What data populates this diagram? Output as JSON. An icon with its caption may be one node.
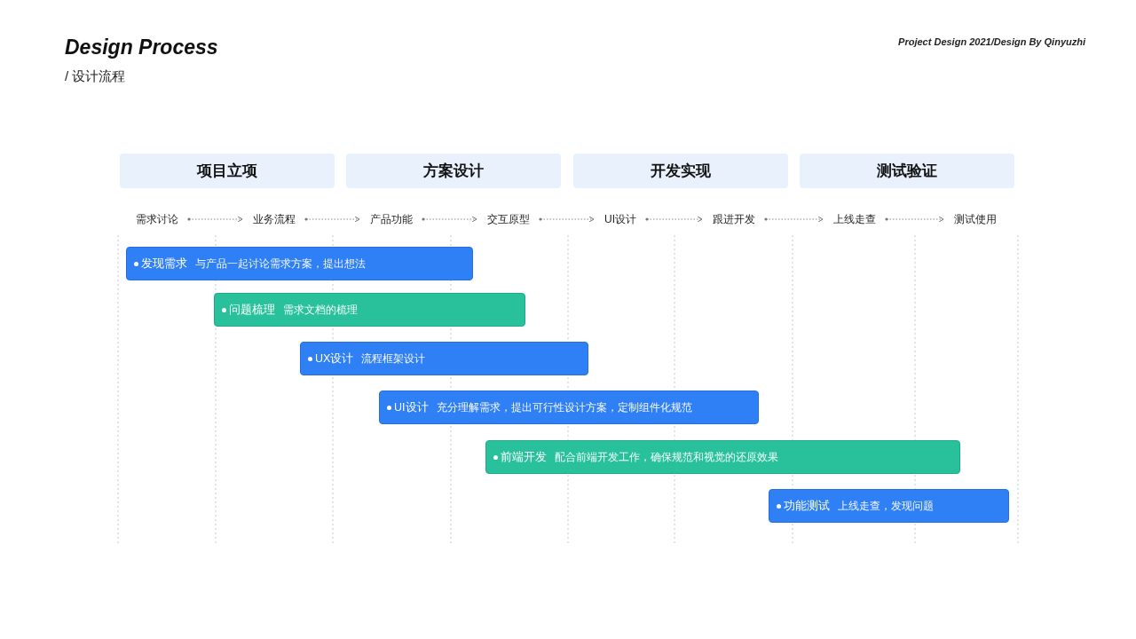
{
  "diagram": {
    "title": "Design Process",
    "nodes": [
      {
        "text": [
          "项目立项"
        ]
      },
      {
        "text": [
          "方案设计"
        ]
      },
      {
        "text": [
          "开发实现"
        ]
      },
      {
        "text": [
          "测试验证"
        ]
      },
      {
        "text": [
          "需求讨论"
        ]
      },
      {
        "text": [
          "业务流程"
        ]
      },
      {
        "text": [
          "产品功能"
        ]
      },
      {
        "text": [
          "交互原型"
        ]
      },
      {
        "text": [
          "UI设计"
        ]
      },
      {
        "text": [
          "跟进开发"
        ]
      },
      {
        "text": [
          "上线走查"
        ]
      },
      {
        "text": [
          "测试使用"
        ]
      },
      {
        "text": [
          "发现需求",
          "与产品一起讨论需求方案，提出想法"
        ]
      },
      {
        "text": [
          "问题梳理",
          "需求文档的梳理"
        ]
      },
      {
        "text": [
          "UX设计",
          "流程框架设计"
        ]
      },
      {
        "text": [
          "UI设计",
          "充分理解需求，提出可行性设计方案，定制组件化规范"
        ]
      },
      {
        "text": [
          "前端开发",
          "配合前端开发工作，确保规范和视觉的还原效果"
        ]
      },
      {
        "text": [
          "功能测试",
          "上线走查，发现问题"
        ]
      }
    ],
    "edges": [
      {
        "from": 4,
        "to": 5,
        "arrow": "to"
      },
      {
        "from": 5,
        "to": 6,
        "arrow": "to"
      },
      {
        "from": 6,
        "to": 7,
        "arrow": "to"
      },
      {
        "from": 7,
        "to": 8,
        "arrow": "to"
      },
      {
        "from": 8,
        "to": 9,
        "arrow": "to"
      },
      {
        "from": 9,
        "to": 10,
        "arrow": "to"
      },
      {
        "from": 10,
        "to": 11,
        "arrow": "to"
      }
    ],
    "labels": [
      "/ 设计流程",
      "Project Design 2021/Design By Qinyuzhi"
    ]
  }
}
